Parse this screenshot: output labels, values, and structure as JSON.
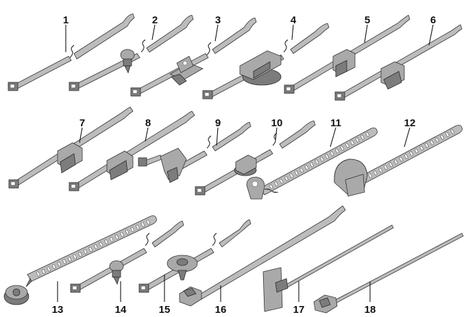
{
  "callouts": [
    "1",
    "2",
    "3",
    "4",
    "5",
    "6",
    "7",
    "8",
    "9",
    "10",
    "11",
    "12",
    "13",
    "14",
    "15",
    "16",
    "17",
    "18"
  ],
  "colors": {
    "background": "#ffffff",
    "part_fill": "#bcbcbc",
    "part_shadow": "#7c7c7c",
    "outline": "#333333",
    "label": "#111111"
  }
}
